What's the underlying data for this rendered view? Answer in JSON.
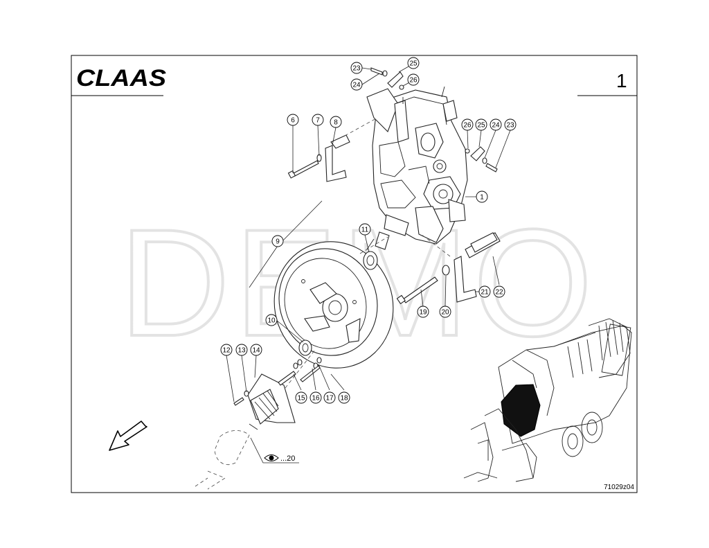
{
  "header": {
    "brand": "CLAAS",
    "page_number": "1"
  },
  "drawing_id": "71029z04",
  "watermark": "DEMO",
  "reference_note": "...20",
  "callouts": [
    {
      "id": "1",
      "label": "1"
    },
    {
      "id": "6",
      "label": "6"
    },
    {
      "id": "7",
      "label": "7"
    },
    {
      "id": "8",
      "label": "8"
    },
    {
      "id": "9",
      "label": "9"
    },
    {
      "id": "10",
      "label": "10"
    },
    {
      "id": "11",
      "label": "11"
    },
    {
      "id": "12",
      "label": "12"
    },
    {
      "id": "13",
      "label": "13"
    },
    {
      "id": "14",
      "label": "14"
    },
    {
      "id": "15",
      "label": "15"
    },
    {
      "id": "16",
      "label": "16"
    },
    {
      "id": "17",
      "label": "17"
    },
    {
      "id": "18",
      "label": "18"
    },
    {
      "id": "19",
      "label": "19"
    },
    {
      "id": "20",
      "label": "20"
    },
    {
      "id": "21",
      "label": "21"
    },
    {
      "id": "22",
      "label": "22"
    },
    {
      "id": "23a",
      "label": "23"
    },
    {
      "id": "24a",
      "label": "24"
    },
    {
      "id": "25a",
      "label": "25"
    },
    {
      "id": "26a",
      "label": "26"
    },
    {
      "id": "26b",
      "label": "26"
    },
    {
      "id": "25b",
      "label": "25"
    },
    {
      "id": "24b",
      "label": "24"
    },
    {
      "id": "23b",
      "label": "23"
    }
  ],
  "colors": {
    "frame": "#000000",
    "line": "#222222",
    "watermark_stroke": "#e3e3e3",
    "baler_fill": "#111111"
  },
  "icons": [
    "direction-arrow-icon",
    "eye-icon"
  ]
}
